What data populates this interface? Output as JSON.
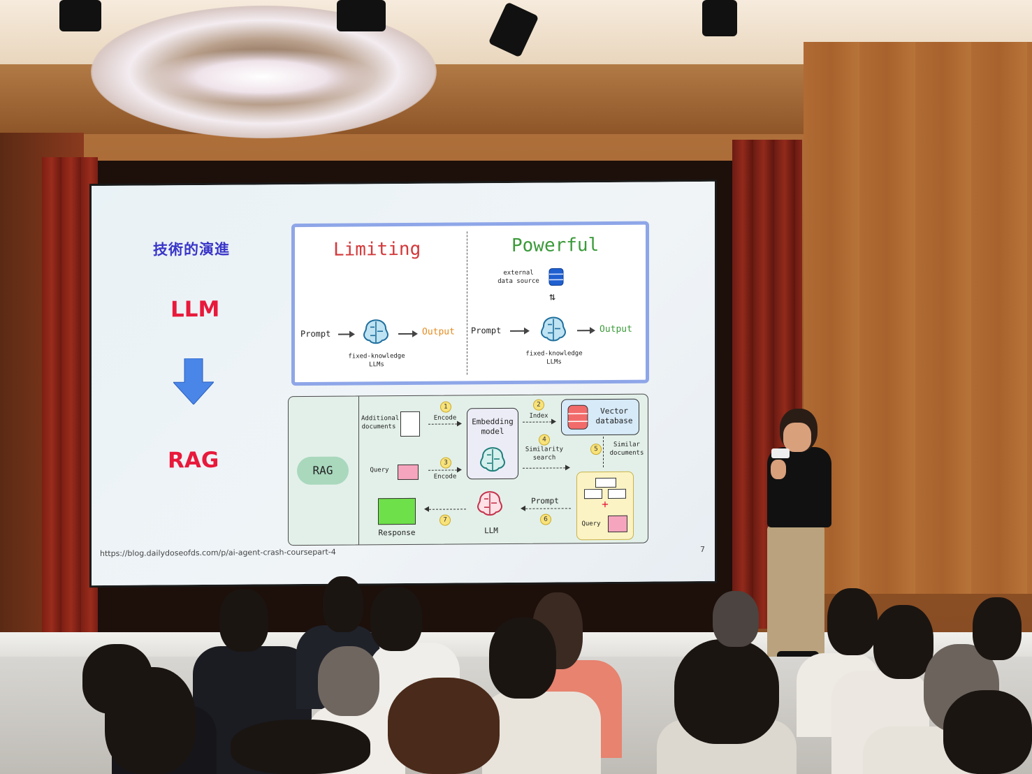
{
  "slide": {
    "title": "技術的演進",
    "llm_label": "LLM",
    "rag_label": "RAG",
    "source_url": "https://blog.dailydoseofds.com/p/ai-agent-crash-coursepart-4",
    "page_number": "7",
    "top_panel": {
      "limiting": {
        "heading": "Limiting",
        "prompt": "Prompt",
        "output": "Output",
        "model_caption_line1": "fixed-knowledge",
        "model_caption_line2": "LLMs"
      },
      "powerful": {
        "heading": "Powerful",
        "prompt": "Prompt",
        "output": "Output",
        "source_line1": "external",
        "source_line2": "data source",
        "model_caption_line1": "fixed-knowledge",
        "model_caption_line2": "LLMs"
      }
    },
    "rag_panel": {
      "badge": "RAG",
      "additional_docs_line1": "Additional",
      "additional_docs_line2": "documents",
      "query": "Query",
      "embedding_line1": "Embedding",
      "embedding_line2": "model",
      "vector_line1": "Vector",
      "vector_line2": "database",
      "step1": "1",
      "step1_label": "Encode",
      "step2": "2",
      "step2_label": "Index",
      "step3": "3",
      "step3_label": "Encode",
      "step4": "4",
      "step4_line1": "Similarity",
      "step4_line2": "search",
      "step5": "5",
      "step5_line1": "Similar",
      "step5_line2": "documents",
      "step6": "6",
      "step6_label": "Prompt",
      "step7": "7",
      "llm": "LLM",
      "response": "Response",
      "query_box_label": "Query",
      "plus": "+"
    }
  },
  "colors": {
    "title_blue": "#3a36c8",
    "accent_red": "#e8193b",
    "limiting_red": "#d4383a",
    "powerful_green": "#3b9a3a",
    "output_orange": "#e58a1e",
    "arrow_blue": "#4a86e8",
    "rag_bg": "#e3f0e9"
  }
}
